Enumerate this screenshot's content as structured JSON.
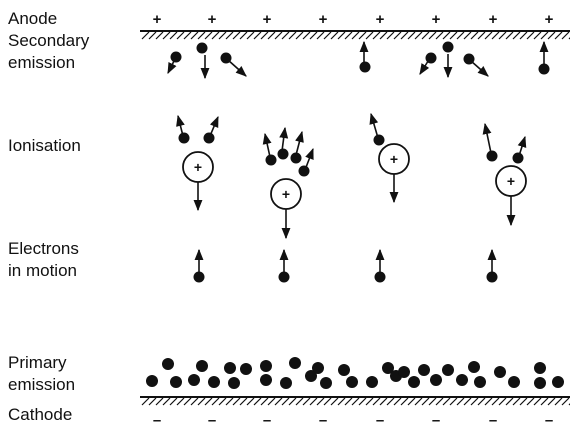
{
  "labels": {
    "anode": "Anode",
    "secondary_line1": "Secondary",
    "secondary_line2": "emission",
    "ionisation": "Ionisation",
    "electrons_line1": "Electrons",
    "electrons_line2": "in motion",
    "primary_line1": "Primary",
    "primary_line2": "emission",
    "cathode": "Cathode"
  },
  "symbols": {
    "plus": "+",
    "minus": "–"
  },
  "colors": {
    "ink": "#111111",
    "background": "#ffffff"
  }
}
